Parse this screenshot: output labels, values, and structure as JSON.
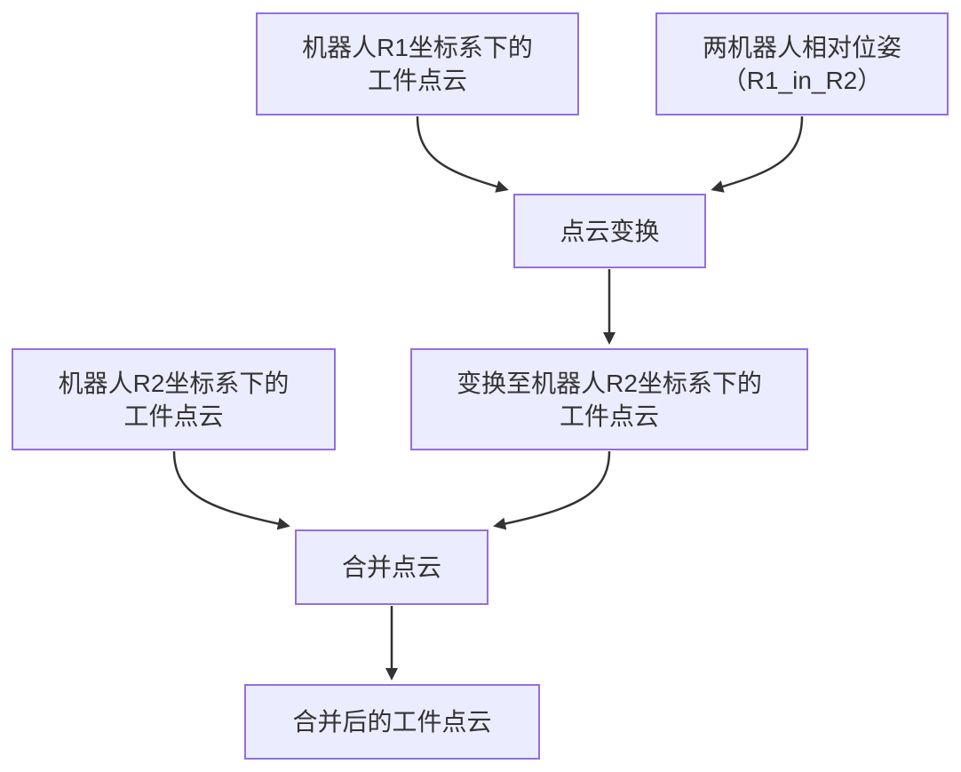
{
  "diagram": {
    "type": "flowchart",
    "direction": "top-down",
    "colors": {
      "background": "#ffffff",
      "node_fill": "#ECECFF",
      "node_border": "#9370DB",
      "text": "#333333",
      "arrow": "#333333"
    },
    "nodes": {
      "r1_cloud": {
        "line1": "机器人R1坐标系下的",
        "line2": "工件点云"
      },
      "rel_pose": {
        "line1": "两机器人相对位姿",
        "line2": "（R1_in_R2）"
      },
      "transform": {
        "line1": "点云变换"
      },
      "r2_cloud": {
        "line1": "机器人R2坐标系下的",
        "line2": "工件点云"
      },
      "transformed_cloud": {
        "line1": "变换至机器人R2坐标系下的",
        "line2": "工件点云"
      },
      "merge": {
        "line1": "合并点云"
      },
      "merged_cloud": {
        "line1": "合并后的工件点云"
      }
    },
    "edges": [
      {
        "from": "r1_cloud",
        "to": "transform"
      },
      {
        "from": "rel_pose",
        "to": "transform"
      },
      {
        "from": "transform",
        "to": "transformed_cloud"
      },
      {
        "from": "r2_cloud",
        "to": "merge"
      },
      {
        "from": "transformed_cloud",
        "to": "merge"
      },
      {
        "from": "merge",
        "to": "merged_cloud"
      }
    ]
  }
}
